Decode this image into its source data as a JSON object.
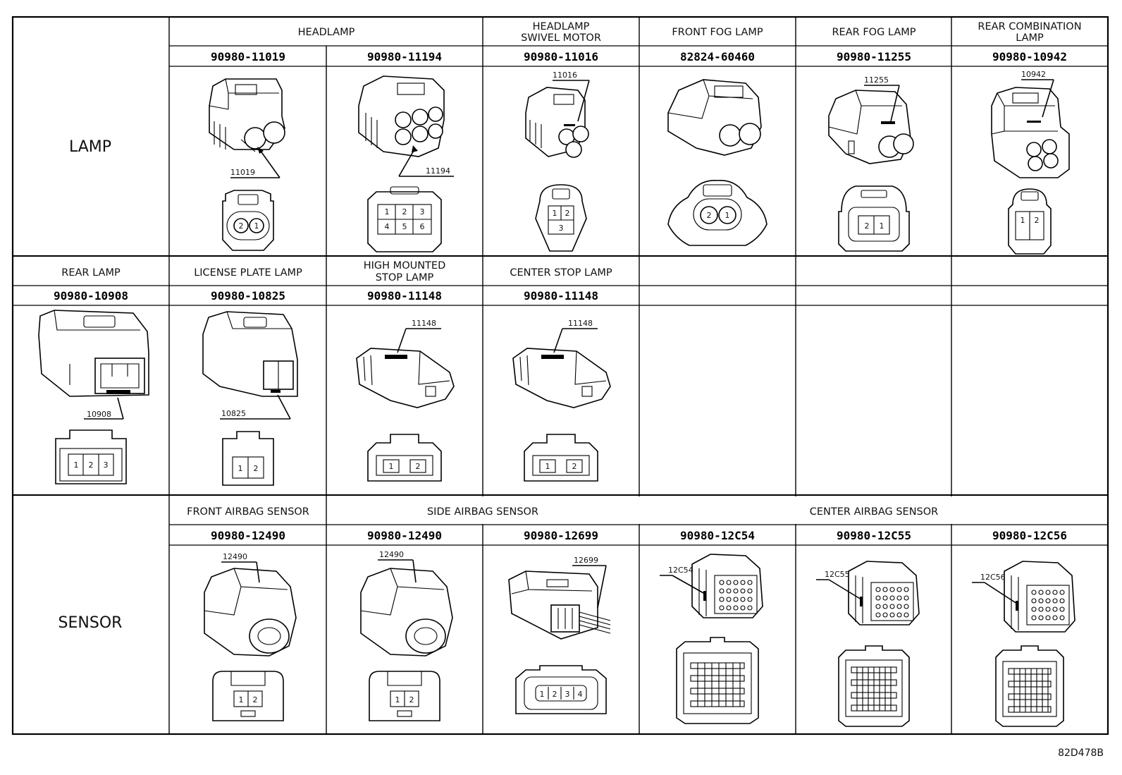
{
  "figure_code": "82D478B",
  "groups": {
    "lamp": "LAMP",
    "sensor": "SENSOR"
  },
  "row1": {
    "headers": [
      {
        "id": "headlamp",
        "label": "HEADLAMP"
      },
      {
        "id": "swivel",
        "label": [
          "HEADLAMP",
          "SWIVEL MOTOR"
        ]
      },
      {
        "id": "front_fog",
        "label": "FRONT FOG LAMP"
      },
      {
        "id": "rear_fog",
        "label": "REAR FOG LAMP"
      },
      {
        "id": "rear_comb",
        "label": [
          "REAR COMBINATION",
          "LAMP"
        ]
      }
    ],
    "cells": [
      {
        "part": "90980-11019",
        "tag": "11019",
        "pins": [
          "2",
          "1"
        ]
      },
      {
        "part": "90980-11194",
        "tag": "11194",
        "pins": [
          "1",
          "2",
          "3",
          "4",
          "5",
          "6"
        ]
      },
      {
        "part": "90980-11016",
        "tag": "11016",
        "pins": [
          "1",
          "2",
          "3"
        ]
      },
      {
        "part": "82824-60460",
        "tag": "",
        "pins": [
          "2",
          "1"
        ]
      },
      {
        "part": "90980-11255",
        "tag": "11255",
        "pins": [
          "2",
          "1"
        ]
      },
      {
        "part": "90980-10942",
        "tag": "10942",
        "pins": [
          "1",
          "2"
        ]
      }
    ]
  },
  "row2": {
    "headers": [
      {
        "id": "rear_lamp",
        "label": "REAR LAMP"
      },
      {
        "id": "license",
        "label": "LICENSE PLATE LAMP"
      },
      {
        "id": "high_mount",
        "label": [
          "HIGH MOUNTED",
          "STOP LAMP"
        ]
      },
      {
        "id": "center_stop",
        "label": "CENTER STOP LAMP"
      }
    ],
    "cells": [
      {
        "part": "90980-10908",
        "tag": "10908",
        "pins": [
          "1",
          "2",
          "3"
        ]
      },
      {
        "part": "90980-10825",
        "tag": "10825",
        "pins": [
          "1",
          "2"
        ]
      },
      {
        "part": "90980-11148",
        "tag": "11148",
        "pins": [
          "1",
          "2"
        ]
      },
      {
        "part": "90980-11148",
        "tag": "11148",
        "pins": [
          "1",
          "2"
        ]
      }
    ]
  },
  "row3": {
    "headers": [
      {
        "id": "front_airbag",
        "label": "FRONT AIRBAG SENSOR"
      },
      {
        "id": "side_airbag",
        "label": "SIDE AIRBAG SENSOR"
      },
      {
        "id": "center_airbag",
        "label": "CENTER AIRBAG SENSOR"
      }
    ],
    "cells": [
      {
        "part": "90980-12490",
        "tag": "12490",
        "pins": [
          "1",
          "2"
        ]
      },
      {
        "part": "90980-12490",
        "tag": "12490",
        "pins": [
          "1",
          "2"
        ]
      },
      {
        "part": "90980-12699",
        "tag": "12699",
        "pins": [
          "1",
          "2",
          "3",
          "4"
        ]
      },
      {
        "part": "90980-12C54",
        "tag": "12C54",
        "pins": []
      },
      {
        "part": "90980-12C55",
        "tag": "12C55",
        "pins": []
      },
      {
        "part": "90980-12C56",
        "tag": "12C56",
        "pins": []
      }
    ]
  }
}
